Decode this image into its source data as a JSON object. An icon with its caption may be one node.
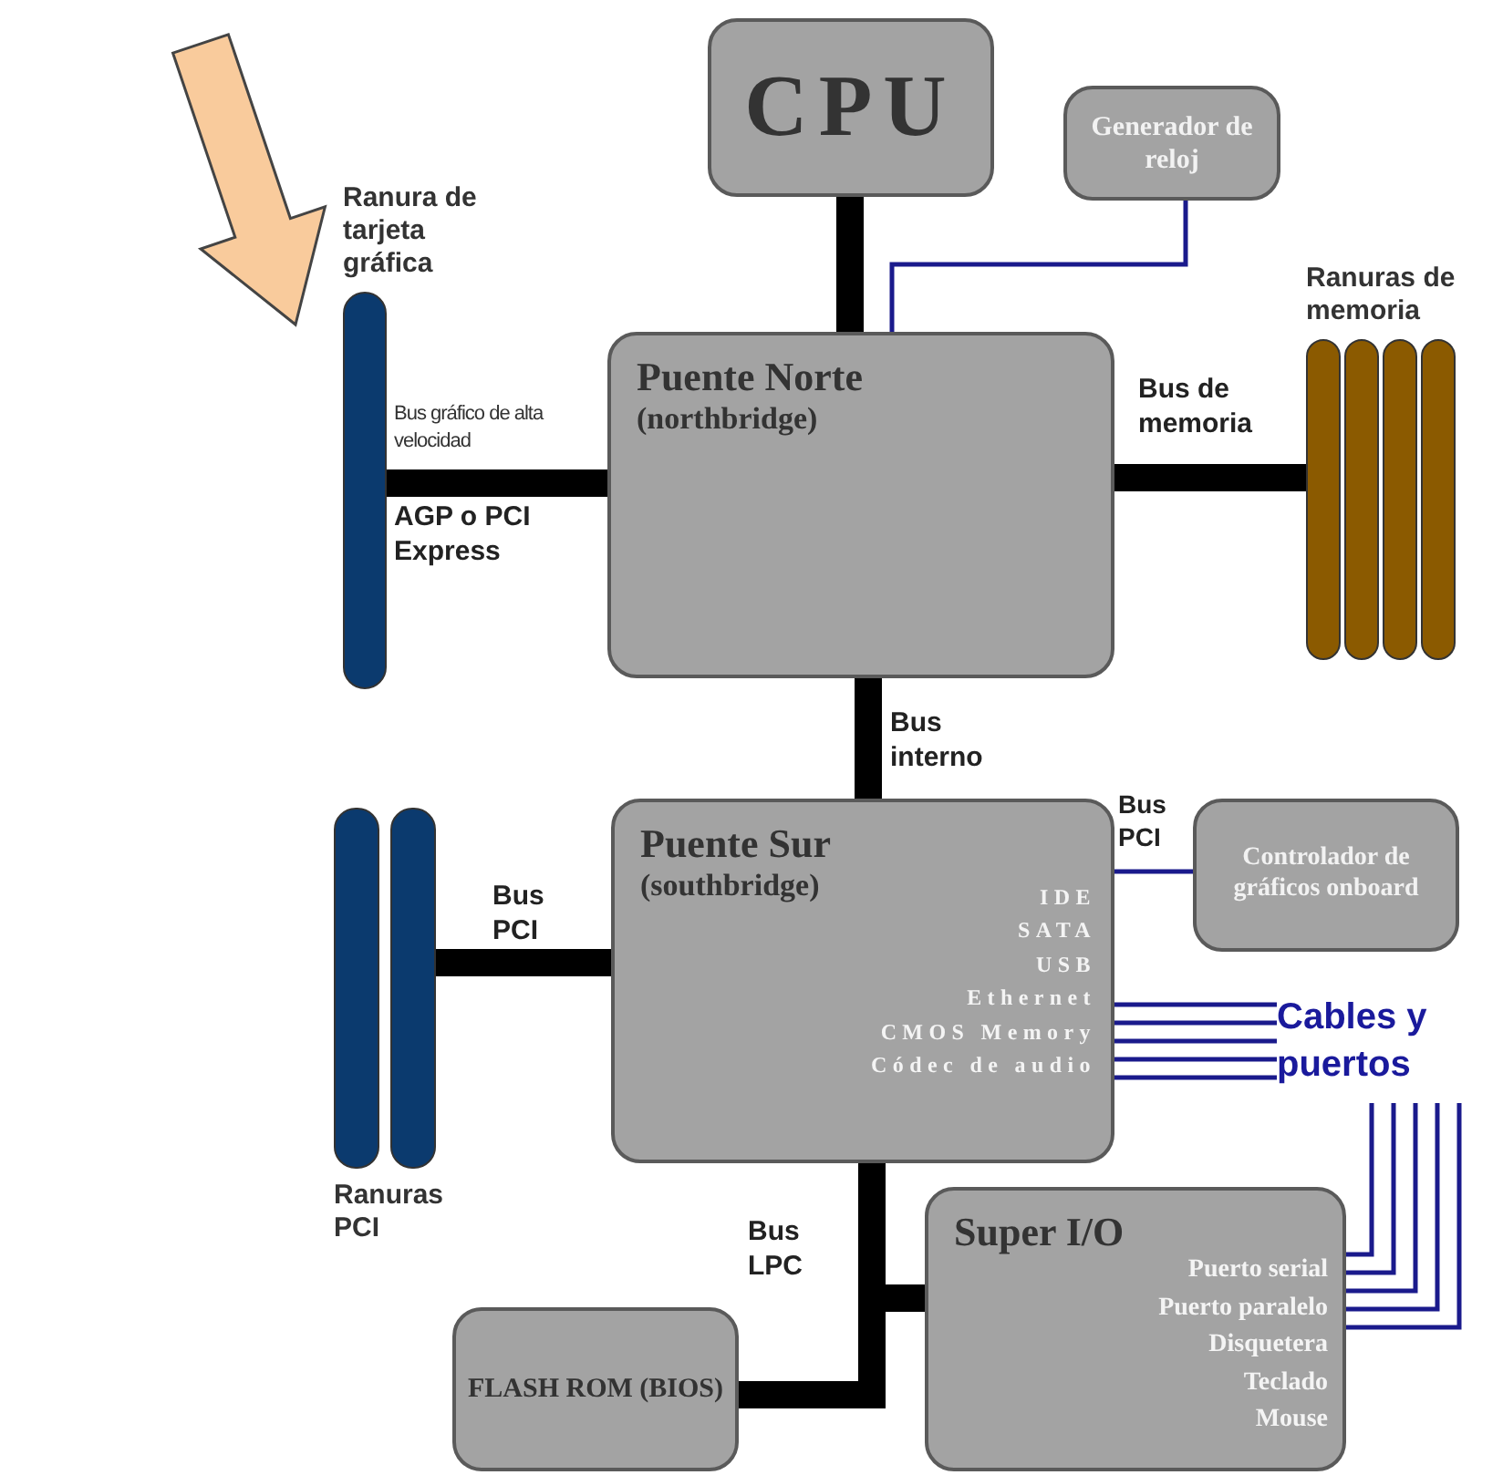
{
  "diagram": {
    "nodes": [
      {
        "text": [
          "CPU"
        ]
      },
      {
        "text": [
          "Generador de reloj"
        ]
      },
      {
        "text": [
          "Puente Norte",
          "(northbridge)"
        ]
      },
      {
        "text": [
          "Ranura de tarjeta gráfica"
        ]
      },
      {
        "text": [
          "Ranuras de memoria"
        ]
      },
      {
        "text": [
          "Puente Sur",
          "(southbridge)",
          "IDE",
          "SATA",
          "USB",
          "Ethernet",
          "CMOS Memory",
          "Códec de audio"
        ]
      },
      {
        "text": [
          "Controlador de gráficos onboard"
        ]
      },
      {
        "text": [
          "Ranuras PCI"
        ]
      },
      {
        "text": [
          "Cables y puertos"
        ]
      },
      {
        "text": [
          "Super I/O",
          "Puerto serial",
          "Puerto paralelo",
          "Disquetera",
          "Teclado",
          "Mouse"
        ]
      },
      {
        "text": [
          "FLASH ROM (BIOS)"
        ]
      }
    ],
    "edges": [
      {
        "from": null,
        "to": 3,
        "arrow": "to",
        "style": "thick",
        "color": "#f9cb9c"
      },
      {
        "from": 0,
        "to": 2,
        "arrow": "none",
        "style": "thick",
        "color": "#000000"
      },
      {
        "from": 1,
        "to": 2,
        "arrow": "none"
      },
      {
        "from": 2,
        "to": 3,
        "arrow": "none",
        "style": "thick",
        "color": "#000000",
        "label": "Bus gráfico de alta velocidad"
      },
      {
        "from": 2,
        "to": 4,
        "arrow": "none",
        "style": "thick",
        "color": "#000000",
        "label": "Bus de memoria"
      },
      {
        "from": 2,
        "to": 5,
        "arrow": "none",
        "style": "thick",
        "color": "#000000",
        "label": "Bus interno"
      },
      {
        "from": 5,
        "to": 7,
        "arrow": "none",
        "style": "thick",
        "color": "#000000",
        "label": "Bus PCI"
      },
      {
        "from": 5,
        "to": 6,
        "arrow": "none",
        "label": "Bus PCI"
      },
      {
        "from": 5,
        "to": 8,
        "arrow": "none"
      },
      {
        "from": 5,
        "to": 8,
        "arrow": "none"
      },
      {
        "from": 5,
        "to": 8,
        "arrow": "none"
      },
      {
        "from": 5,
        "to": 8,
        "arrow": "none"
      },
      {
        "from": 5,
        "to": 8,
        "arrow": "none"
      },
      {
        "from": 5,
        "to": 10,
        "arrow": "none",
        "style": "thick",
        "color": "#000000",
        "label": "Bus LPC"
      },
      {
        "from": 5,
        "to": 9,
        "arrow": "none",
        "style": "thick",
        "color": "#000000"
      },
      {
        "from": 9,
        "to": 8,
        "arrow": "none"
      },
      {
        "from": 9,
        "to": 8,
        "arrow": "none"
      },
      {
        "from": 9,
        "to": 8,
        "arrow": "none"
      },
      {
        "from": 9,
        "to": 8,
        "arrow": "none"
      },
      {
        "from": 9,
        "to": 8,
        "arrow": "none"
      }
    ],
    "labels": [
      "AGP o PCI Express"
    ]
  }
}
